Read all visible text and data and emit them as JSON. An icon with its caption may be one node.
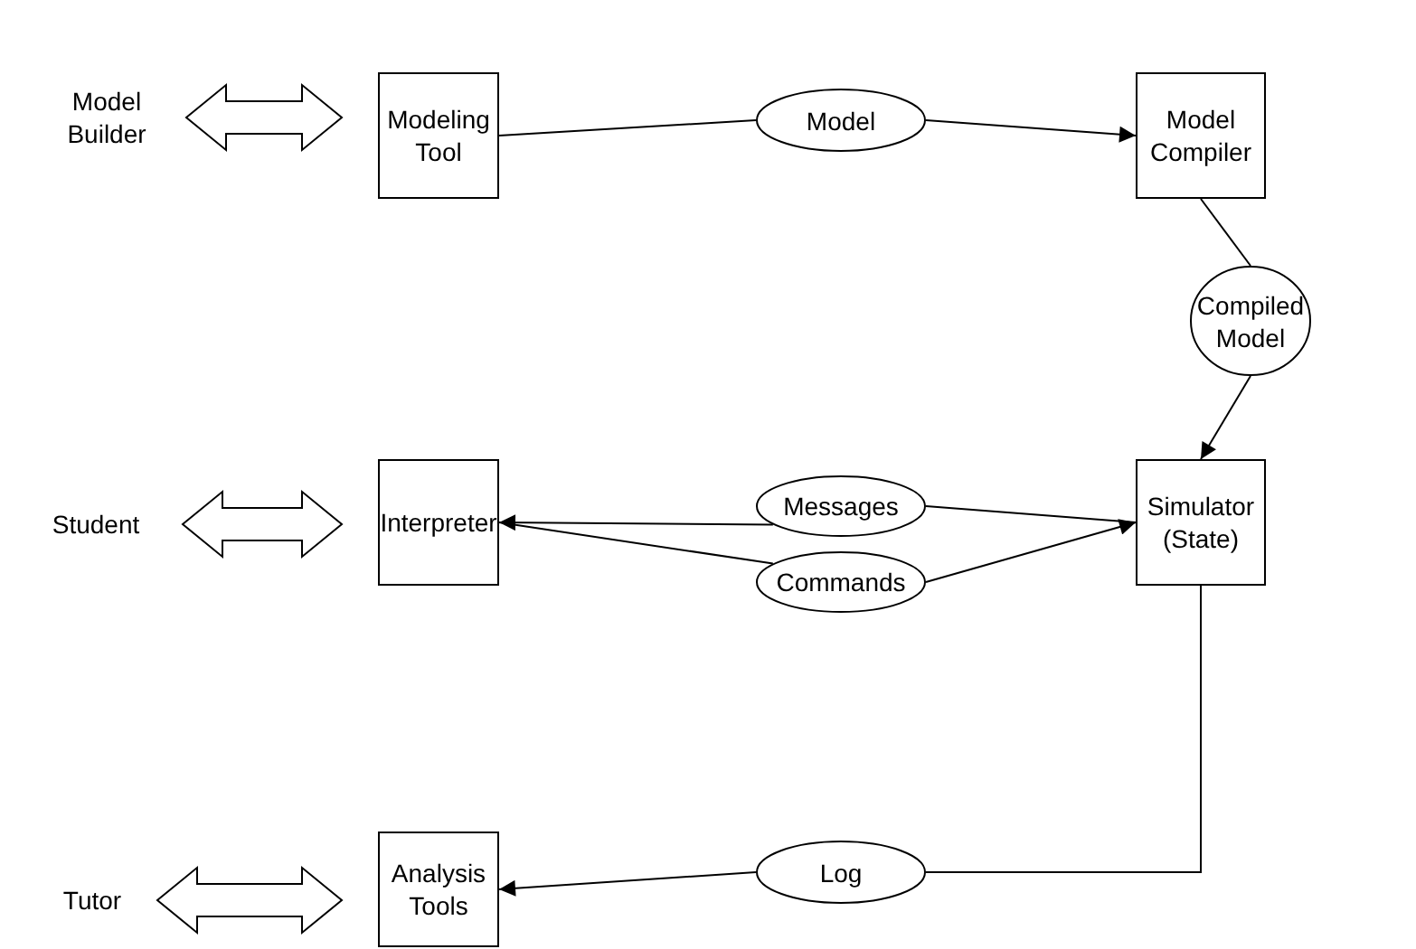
{
  "diagram": {
    "nodes": [
      {
        "text": [
          "Model Builder"
        ]
      },
      {
        "text": [
          "Modeling Tool"
        ]
      },
      {
        "text": [
          "Model"
        ]
      },
      {
        "text": [
          "Model Compiler"
        ]
      },
      {
        "text": [
          "Compiled Model"
        ]
      },
      {
        "text": [
          "Student"
        ]
      },
      {
        "text": [
          "Interpreter"
        ]
      },
      {
        "text": [
          "Messages"
        ]
      },
      {
        "text": [
          "Commands"
        ]
      },
      {
        "text": [
          "Simulator (State)"
        ]
      },
      {
        "text": [
          "Tutor"
        ]
      },
      {
        "text": [
          "Analysis Tools"
        ]
      },
      {
        "text": [
          "Log"
        ]
      }
    ],
    "edges": [
      {
        "from": 0,
        "to": 1,
        "arrow": "both",
        "style": "thick"
      },
      {
        "from": 1,
        "to": 2,
        "arrow": "none"
      },
      {
        "from": 2,
        "to": 3,
        "arrow": "to"
      },
      {
        "from": 3,
        "to": 4,
        "arrow": "none"
      },
      {
        "from": 4,
        "to": 9,
        "arrow": "to"
      },
      {
        "from": 5,
        "to": 6,
        "arrow": "both",
        "style": "thick"
      },
      {
        "from": 9,
        "to": 7,
        "arrow": "none"
      },
      {
        "from": 7,
        "to": 6,
        "arrow": "to"
      },
      {
        "from": 6,
        "to": 8,
        "arrow": "none"
      },
      {
        "from": 8,
        "to": 9,
        "arrow": "to"
      },
      {
        "from": 10,
        "to": 11,
        "arrow": "both",
        "style": "thick"
      },
      {
        "from": 9,
        "to": 12,
        "arrow": "none"
      },
      {
        "from": 12,
        "to": 11,
        "arrow": "to"
      }
    ]
  }
}
